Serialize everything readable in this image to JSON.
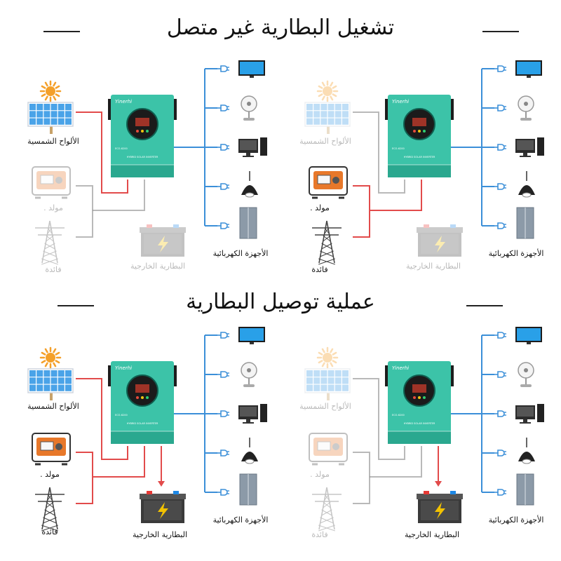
{
  "titles": {
    "top": "تشغيل البطارية غير متصل",
    "bottom": "عملية توصيل البطارية"
  },
  "labels": {
    "solar": "الألواح الشمسية",
    "generator": "مولد .",
    "grid": "فائدة",
    "battery": "البطارية الخارجية",
    "appliances": "الأجهزة الكهربائية"
  },
  "device": {
    "brand": "Yinerhi",
    "model_text": "HYBRID SOLAR INVERTER",
    "code_text": "ECO-6200"
  },
  "colors": {
    "inverter": "#3cc3a8",
    "inverter_dark": "#2aa88f",
    "red_line": "#e24b4b",
    "gray_line": "#8a8a8a",
    "blue_line": "#3b8fd8",
    "panel": "#4aa3e8",
    "sun": "#f4a02a",
    "generator": "#e8782a",
    "battery": "#f2c200"
  },
  "panels": [
    {
      "solar": "active",
      "generator": "dim",
      "grid": "dim",
      "battery": "dim"
    },
    {
      "solar": "dim",
      "generator": "active",
      "grid": "active",
      "battery": "dim"
    },
    {
      "solar": "active",
      "generator": "active",
      "grid": "active",
      "battery": "active"
    },
    {
      "solar": "dim",
      "generator": "dim",
      "grid": "dim",
      "battery": "active"
    }
  ]
}
